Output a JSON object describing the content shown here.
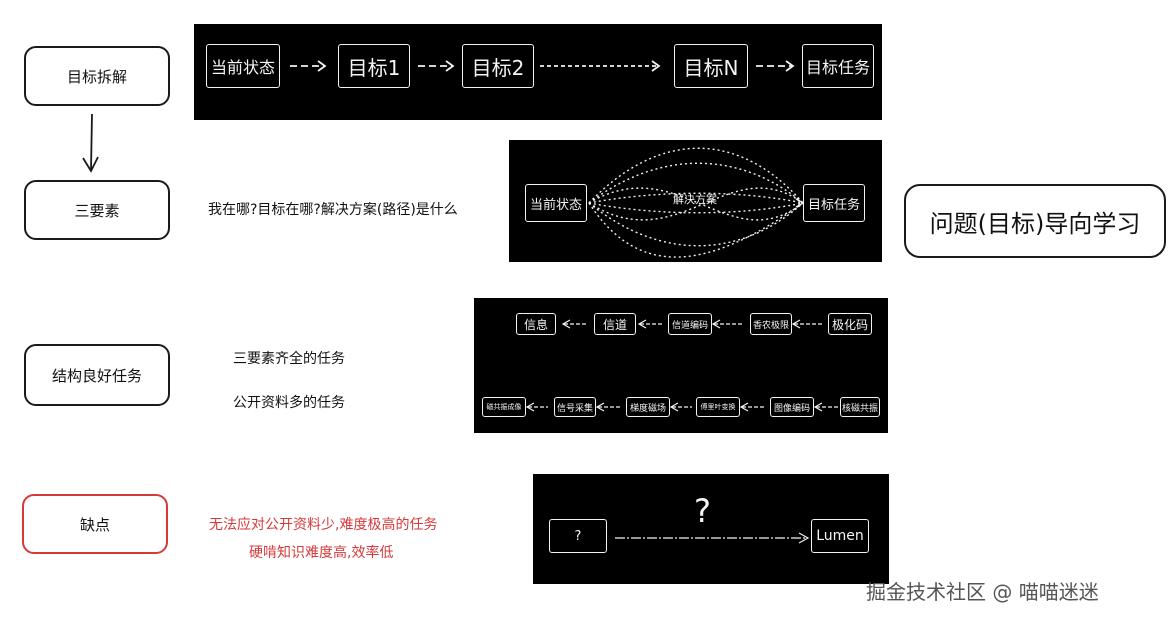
{
  "left": {
    "goal_decompose": "目标拆解",
    "three_elements": "三要素",
    "well_structured": "结构良好任务",
    "drawback": "缺点"
  },
  "row1": {
    "current_state": "当前状态",
    "goal1": "目标1",
    "goal2": "目标2",
    "goalN": "目标N",
    "goal_task": "目标任务"
  },
  "row2": {
    "question": "我在哪?目标在哪?解决方案(路径)是什么",
    "current_state": "当前状态",
    "solution": "解决方案",
    "goal_task": "目标任务",
    "big_label": "问题(目标)导向学习"
  },
  "row3": {
    "note1": "三要素齐全的任务",
    "note2": "公开资料多的任务",
    "top_chain": [
      "信息",
      "信道",
      "信道编码",
      "香农极限",
      "极化码"
    ],
    "bottom_chain": [
      "磁共振成像",
      "信号采集",
      "梯度磁场",
      "傅里叶变换",
      "图像编码",
      "核磁共振"
    ]
  },
  "row4": {
    "line1": "无法应对公开资料少,难度极高的任务",
    "line2": "硬啃知识难度高,效率低",
    "unknown": "?",
    "big_question": "?",
    "lumen": "Lumen"
  },
  "watermark": "掘金技术社区 @ 喵喵迷迷",
  "colors": {
    "panel": "#000000",
    "red": "#d43a3a",
    "line": "#f2f2f2"
  }
}
